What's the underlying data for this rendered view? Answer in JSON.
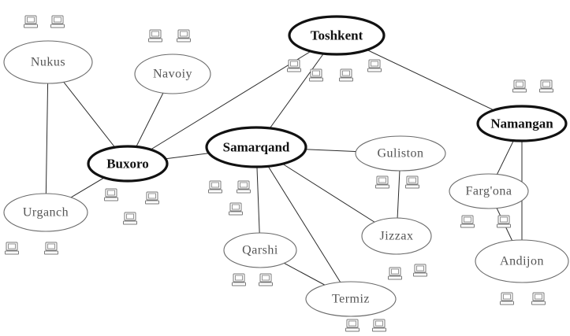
{
  "diagram": {
    "nodes": [
      {
        "id": "toshkent",
        "label": "Toshkent",
        "hub": true
      },
      {
        "id": "namangan",
        "label": "Namangan",
        "hub": true
      },
      {
        "id": "samarqand",
        "label": "Samarqand",
        "hub": true
      },
      {
        "id": "buxoro",
        "label": "Buxoro",
        "hub": true
      },
      {
        "id": "nukus",
        "label": "Nukus",
        "hub": false
      },
      {
        "id": "navoiy",
        "label": "Navoiy",
        "hub": false
      },
      {
        "id": "urganch",
        "label": "Urganch",
        "hub": false
      },
      {
        "id": "guliston",
        "label": "Guliston",
        "hub": false
      },
      {
        "id": "fargona",
        "label": "Farg'ona",
        "hub": false
      },
      {
        "id": "jizzax",
        "label": "Jizzax",
        "hub": false
      },
      {
        "id": "qarshi",
        "label": "Qarshi",
        "hub": false
      },
      {
        "id": "andijon",
        "label": "Andijon",
        "hub": false
      },
      {
        "id": "termiz",
        "label": "Termiz",
        "hub": false
      }
    ],
    "edges": [
      [
        "toshkent",
        "samarqand"
      ],
      [
        "toshkent",
        "buxoro"
      ],
      [
        "toshkent",
        "namangan"
      ],
      [
        "nukus",
        "buxoro"
      ],
      [
        "navoiy",
        "buxoro"
      ],
      [
        "nukus",
        "urganch"
      ],
      [
        "buxoro",
        "urganch"
      ],
      [
        "buxoro",
        "samarqand"
      ],
      [
        "samarqand",
        "guliston"
      ],
      [
        "samarqand",
        "jizzax"
      ],
      [
        "samarqand",
        "qarshi"
      ],
      [
        "samarqand",
        "termiz"
      ],
      [
        "guliston",
        "jizzax"
      ],
      [
        "qarshi",
        "termiz"
      ],
      [
        "namangan",
        "fargona"
      ],
      [
        "namangan",
        "andijon"
      ],
      [
        "fargona",
        "andijon"
      ]
    ],
    "computer_icon": "desktop-computer-icon"
  }
}
